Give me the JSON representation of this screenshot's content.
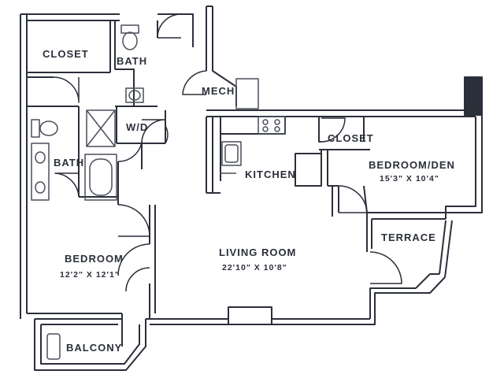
{
  "rooms": {
    "closet_main": "CLOSET",
    "bath_upper": "BATH",
    "mech": "MECH",
    "wd": "W/D",
    "bath_lower": "BATH",
    "kitchen": "KITCHEN",
    "closet_den": "CLOSET",
    "bedroom_den": "BEDROOM/DEN",
    "bedroom_den_dim": "15'3\" X 10'4\"",
    "terrace": "TERRACE",
    "bedroom": "BEDROOM",
    "bedroom_dim": "12'2\" X 12'1\"",
    "living_room": "LIVING ROOM",
    "living_room_dim": "22'10\" X 10'8\"",
    "balcony": "BALCONY"
  },
  "colors": {
    "wall": "#2b2f3a",
    "fixture": "#4a4f5a",
    "background": "#ffffff"
  }
}
